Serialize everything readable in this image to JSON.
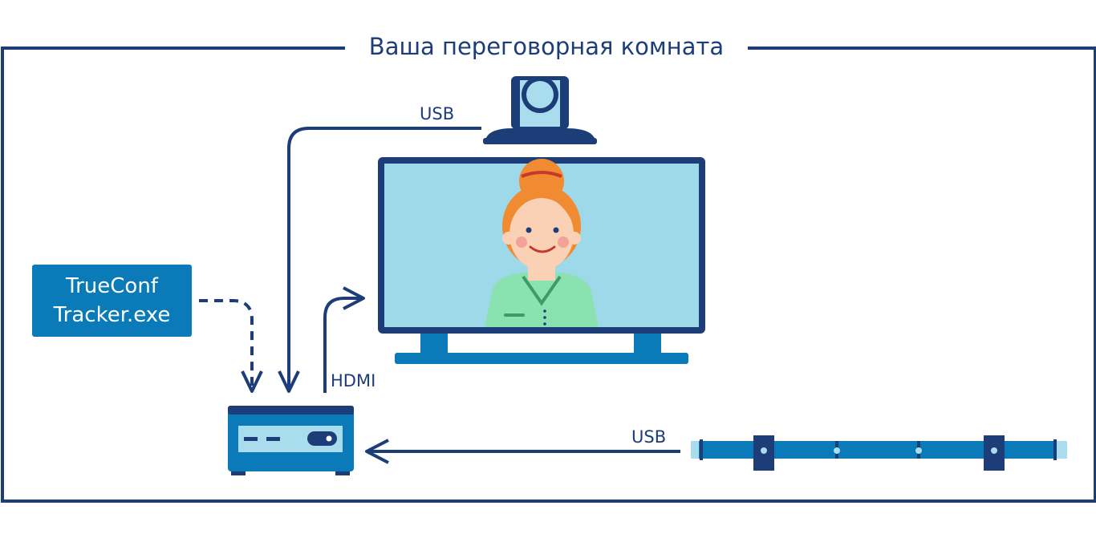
{
  "room": {
    "title": "Ваша переговорная комната"
  },
  "tracker": {
    "line1": "TrueConf",
    "line2": "Tracker.exe"
  },
  "connections": {
    "camera_usb": "USB",
    "hdmi": "HDMI",
    "mic_usb": "USB"
  },
  "colors": {
    "navy": "#1c3d78",
    "blue": "#0a7bb8",
    "screen": "#9dd9e8",
    "light_blue": "#a9dcec",
    "hair": "#f08b31",
    "skin": "#fbd1b6",
    "shirt": "#8ae2b0"
  },
  "icons": [
    "ptz-camera-icon",
    "tv-monitor-icon",
    "person-icon",
    "mini-pc-icon",
    "microphone-array-icon"
  ]
}
